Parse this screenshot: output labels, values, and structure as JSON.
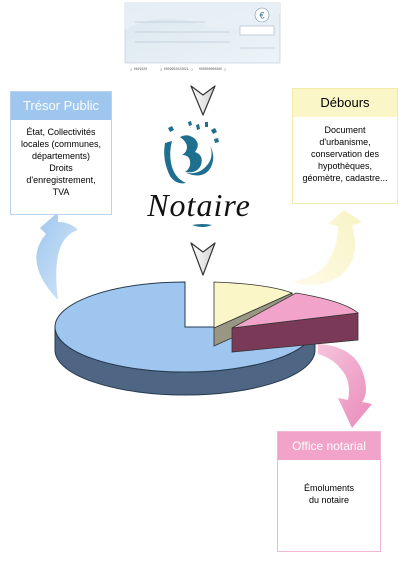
{
  "cheque": {
    "currency_symbol": "€",
    "codeline": [
      "❑ 0829320",
      "❑ 0009902923021 ❑",
      "000000000980 ❑"
    ]
  },
  "logo": {
    "word": "Notaire"
  },
  "tresor": {
    "title": "Trésor Public",
    "lines": [
      "État, Collectivités",
      "locales (communes,",
      "départements)",
      "Droits",
      "d'enregistrement,",
      "TVA"
    ]
  },
  "debours": {
    "title": "Débours",
    "lines": [
      "Document",
      "d'urbanisme,",
      "conservation des",
      "hypothèques,",
      "géomètre, cadastre..."
    ]
  },
  "office": {
    "title": "Office notarial",
    "lines": [
      "Émoluments",
      "du notaire"
    ]
  },
  "colors": {
    "tresor": "#9ec6ee",
    "debours": "#fbf6c7",
    "office": "#f2a3c9",
    "notaire_blue": "#1f6f8f",
    "pie_blue": "#9ec6ee",
    "pie_pink": "#f2a3c9",
    "pie_cream": "#fbf6c7"
  }
}
